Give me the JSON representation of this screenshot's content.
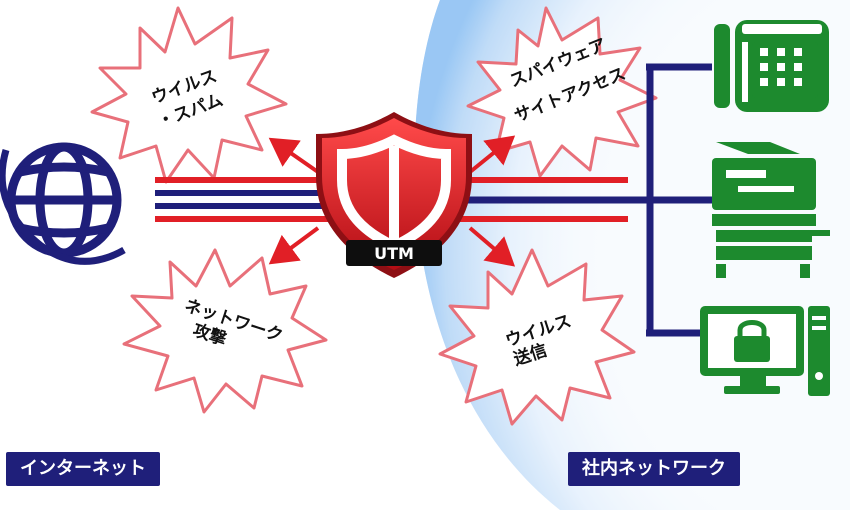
{
  "labels": {
    "internet": "インターネット",
    "internal_network": "社内ネットワーク"
  },
  "firewall": {
    "label": "UTM"
  },
  "threats": {
    "virus_spam": [
      "ウイルス",
      "・スパム"
    ],
    "network_attack": [
      "ネットワーク",
      "攻撃"
    ],
    "spyware_site": [
      "スパイウェア",
      "サイトアクセス"
    ],
    "virus_send": [
      "ウイルス",
      "送信"
    ]
  },
  "icons": {
    "internet": "globe-icon",
    "phone": "phone-icon",
    "printer": "copier-icon",
    "computer": "locked-computer-icon",
    "firewall": "shield-icon"
  },
  "colors": {
    "navy": "#1f1f7a",
    "red": "#e11f26",
    "green": "#1d8a2e",
    "burst_stroke": "#e8707a",
    "gradient": "#6fb0f0"
  }
}
